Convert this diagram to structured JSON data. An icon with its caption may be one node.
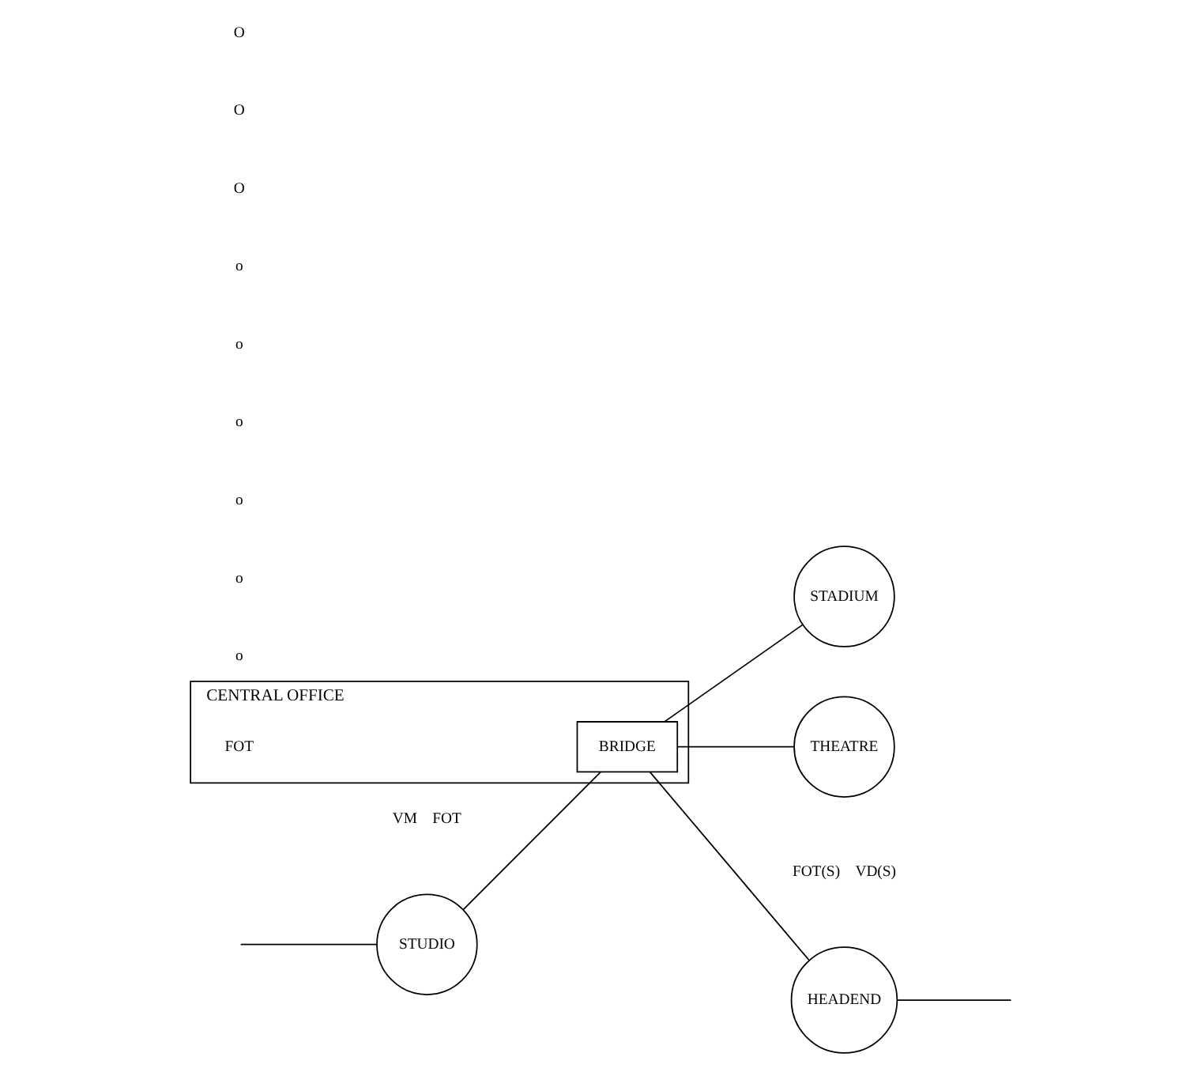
{
  "diagram": {
    "nodes": [
      {
        "text": [
          "CENTRAL OFFICE"
        ],
        "beside": [
          "FOT"
        ]
      },
      {
        "text": [
          "BRIDGE"
        ],
        "in": 0
      },
      {
        "text": [
          "STUDIO"
        ],
        "beside": [
          "VM",
          "FOT"
        ]
      },
      {
        "text": [
          "HEADEND"
        ],
        "beside": [
          "FOT(S)",
          "VD(S)"
        ]
      },
      {
        "text": [
          "STADIUM"
        ]
      },
      {
        "text": [
          "THEATRE"
        ]
      }
    ],
    "edges": [
      {
        "from": null,
        "to": 2,
        "arrow": "none"
      },
      {
        "from": 2,
        "to": 1,
        "arrow": "none"
      },
      {
        "from": 1,
        "to": 3,
        "arrow": "none"
      },
      {
        "from": 1,
        "to": 4,
        "arrow": "none"
      },
      {
        "from": 1,
        "to": 5,
        "arrow": "none"
      },
      {
        "from": 3,
        "to": null,
        "arrow": "none"
      }
    ],
    "labels": [
      "o",
      "o",
      "o",
      "o",
      "o",
      "o",
      "O",
      "O",
      "O"
    ]
  }
}
